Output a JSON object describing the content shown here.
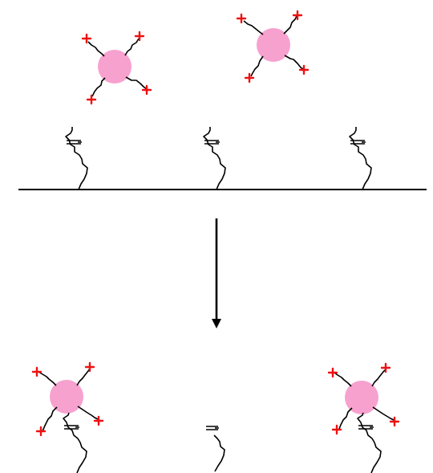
{
  "diagram": {
    "colors": {
      "background": "#ffffff",
      "particle": "#f7a1cf",
      "ligand_tip": "#ee1111",
      "stroke": "#000000"
    },
    "stages": [
      {
        "name": "before-binding",
        "free_particles": 2,
        "surface_receptors": 3,
        "surface_line": true
      },
      {
        "name": "after-binding",
        "bound_particles": 2,
        "unbound_receptors": 1,
        "surface_line": false
      }
    ],
    "arrow": {
      "direction": "down"
    },
    "icons": {
      "particle": "pink-sphere",
      "ligand_tip": "red-cross",
      "receptor": "tethered-receptor"
    }
  }
}
